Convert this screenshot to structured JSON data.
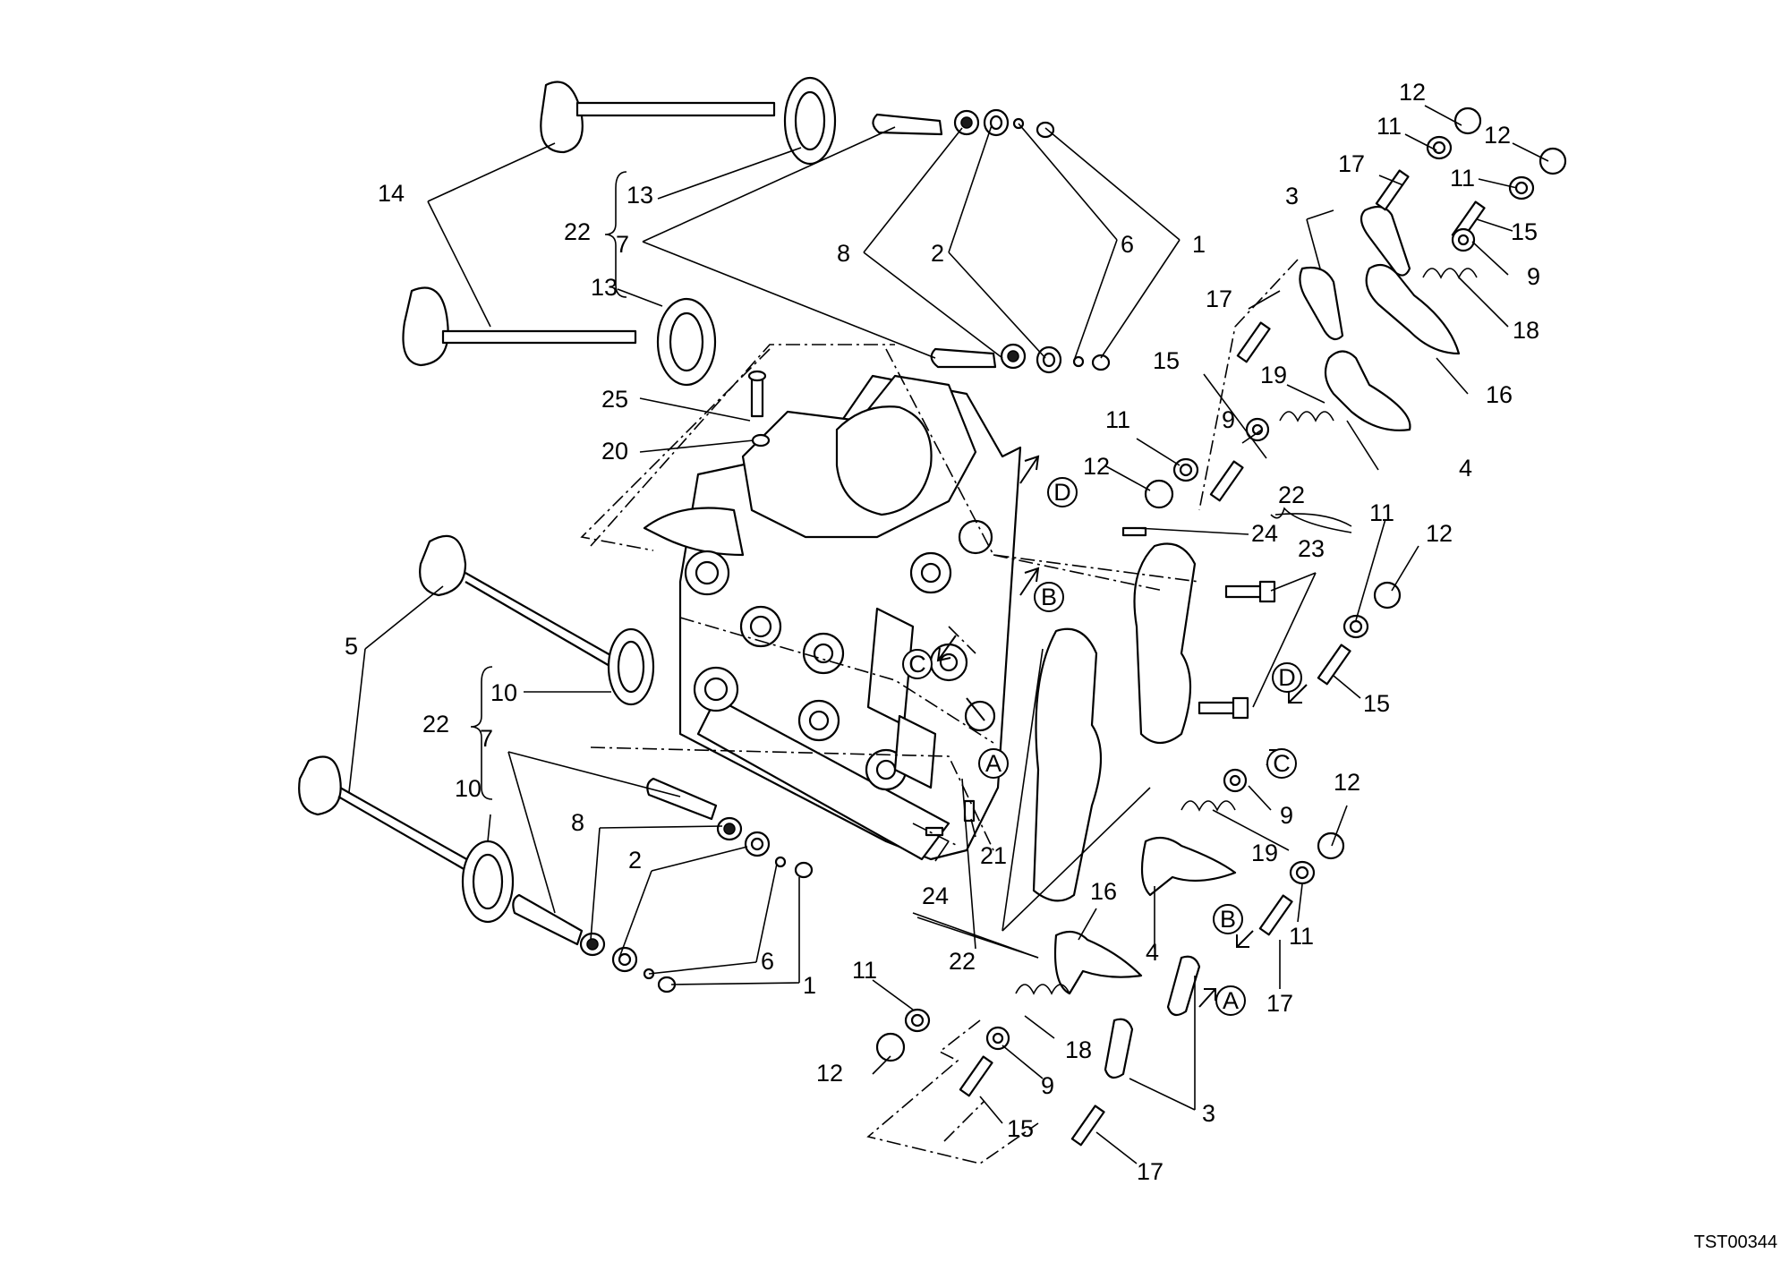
{
  "figure_code": "TST00344",
  "callouts": [
    {
      "id": "c14",
      "text": "14"
    },
    {
      "id": "c13a",
      "text": "13"
    },
    {
      "id": "c22a",
      "text": "22"
    },
    {
      "id": "c7a",
      "text": "7"
    },
    {
      "id": "c13b",
      "text": "13"
    },
    {
      "id": "c8a",
      "text": "8"
    },
    {
      "id": "c2a",
      "text": "2"
    },
    {
      "id": "c6a",
      "text": "6"
    },
    {
      "id": "c1a",
      "text": "1"
    },
    {
      "id": "c25",
      "text": "25"
    },
    {
      "id": "c20",
      "text": "20"
    },
    {
      "id": "c5",
      "text": "5"
    },
    {
      "id": "c10a",
      "text": "10"
    },
    {
      "id": "c22b",
      "text": "22"
    },
    {
      "id": "c7b",
      "text": "7"
    },
    {
      "id": "c10b",
      "text": "10"
    },
    {
      "id": "c8b",
      "text": "8"
    },
    {
      "id": "c2b",
      "text": "2"
    },
    {
      "id": "c6b",
      "text": "6"
    },
    {
      "id": "c1b",
      "text": "1"
    },
    {
      "id": "c24a",
      "text": "24"
    },
    {
      "id": "c21",
      "text": "21"
    },
    {
      "id": "c22c",
      "text": "22"
    },
    {
      "id": "c12a",
      "text": "12"
    },
    {
      "id": "c11a",
      "text": "11"
    },
    {
      "id": "c12b",
      "text": "12"
    },
    {
      "id": "c17a",
      "text": "17"
    },
    {
      "id": "c11b",
      "text": "11"
    },
    {
      "id": "c3a",
      "text": "3"
    },
    {
      "id": "c15a",
      "text": "15"
    },
    {
      "id": "c9a",
      "text": "9"
    },
    {
      "id": "c18a",
      "text": "18"
    },
    {
      "id": "c16a",
      "text": "16"
    },
    {
      "id": "c17b",
      "text": "17"
    },
    {
      "id": "c15b",
      "text": "15"
    },
    {
      "id": "c19a",
      "text": "19"
    },
    {
      "id": "c11c",
      "text": "11"
    },
    {
      "id": "c9b",
      "text": "9"
    },
    {
      "id": "c12c",
      "text": "12"
    },
    {
      "id": "c4a",
      "text": "4"
    },
    {
      "id": "c22d",
      "text": "22"
    },
    {
      "id": "c24b",
      "text": "24"
    },
    {
      "id": "c23",
      "text": "23"
    },
    {
      "id": "c11d",
      "text": "11"
    },
    {
      "id": "c12d",
      "text": "12"
    },
    {
      "id": "c15c",
      "text": "15"
    },
    {
      "id": "c9c",
      "text": "9"
    },
    {
      "id": "c19b",
      "text": "19"
    },
    {
      "id": "c12e",
      "text": "12"
    },
    {
      "id": "c4b",
      "text": "4"
    },
    {
      "id": "c11e",
      "text": "11"
    },
    {
      "id": "c17c",
      "text": "17"
    },
    {
      "id": "c16b",
      "text": "16"
    },
    {
      "id": "c11f",
      "text": "11"
    },
    {
      "id": "c18b",
      "text": "18"
    },
    {
      "id": "c12f",
      "text": "12"
    },
    {
      "id": "c9d",
      "text": "9"
    },
    {
      "id": "c15d",
      "text": "15"
    },
    {
      "id": "c3b",
      "text": "3"
    },
    {
      "id": "c17d",
      "text": "17"
    }
  ],
  "reference_marks": [
    {
      "id": "mD1",
      "letter": "D"
    },
    {
      "id": "mB1",
      "letter": "B"
    },
    {
      "id": "mC1",
      "letter": "C"
    },
    {
      "id": "mA1",
      "letter": "A"
    },
    {
      "id": "mD2",
      "letter": "D"
    },
    {
      "id": "mC2",
      "letter": "C"
    },
    {
      "id": "mB2",
      "letter": "B"
    },
    {
      "id": "mA2",
      "letter": "A"
    }
  ],
  "icons": [
    "cylinder-head",
    "valve",
    "valve-seat",
    "valve-guide",
    "rocker-arm",
    "spring",
    "cap",
    "shaft",
    "screw"
  ]
}
